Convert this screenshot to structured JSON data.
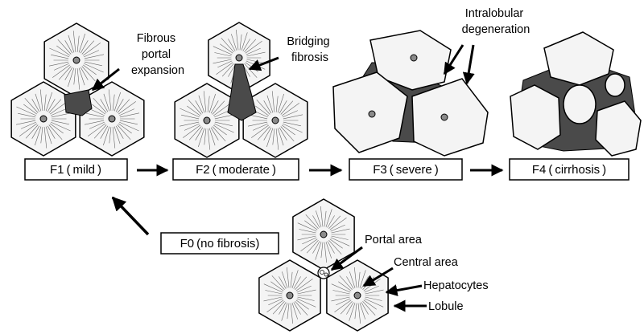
{
  "stages": {
    "f1": "F1 ( mild )",
    "f2": "F2 ( moderate )",
    "f3": "F3 ( severe )",
    "f4": "F4 ( cirrhosis )",
    "f0": "F0 (no fibrosis)"
  },
  "annotations": {
    "f1_label": [
      "Fibrous",
      "portal",
      "expansion"
    ],
    "f2_label": [
      "Bridging",
      "fibrosis"
    ],
    "f3_label": [
      "Intralobular",
      "degeneration"
    ],
    "portal_area": "Portal area",
    "central_area": "Central area",
    "hepatocytes": "Hepatocytes",
    "lobule": "Lobule"
  },
  "colors": {
    "ink": "#000000",
    "fibrosis": "#4a4a4a",
    "lobule_fill": "#f4f4f4",
    "central_vein": "#8a8a8a"
  }
}
